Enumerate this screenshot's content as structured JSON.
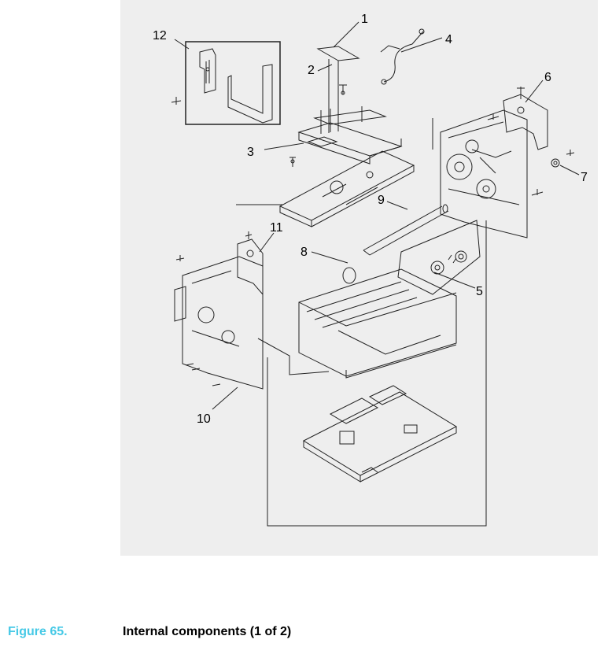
{
  "figure": {
    "label": "Figure 65.",
    "title": "Internal components (1 of 2)",
    "callouts": [
      "1",
      "2",
      "3",
      "4",
      "5",
      "6",
      "7",
      "8",
      "9",
      "10",
      "11",
      "12"
    ]
  },
  "colors": {
    "panel_background": "#eeeeee",
    "figure_label": "#46c9e6",
    "line_art": "#222222"
  }
}
